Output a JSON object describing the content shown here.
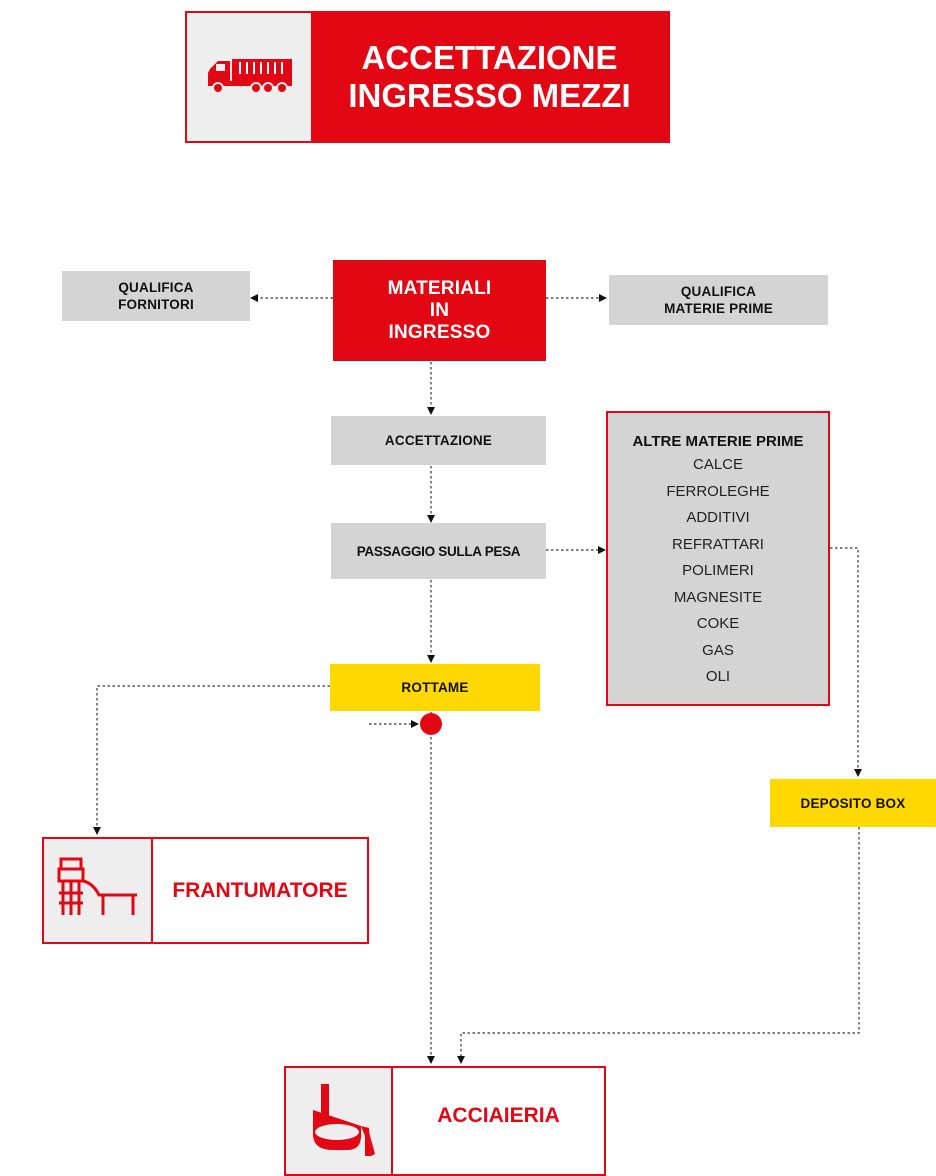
{
  "header": {
    "title": "ACCETTAZIONE\nINGRESSO MEZZI",
    "icon": "truck-icon"
  },
  "nodes": {
    "materiali_ingresso": "MATERIALI\nIN\nINGRESSO",
    "qualifica_fornitori": "QUALIFICA\nFORNITORI",
    "qualifica_materie_prime": "QUALIFICA\nMATERIE PRIME",
    "accettazione": "ACCETTAZIONE",
    "passaggio_pesa": "PASSAGGIO SULLA PESA",
    "rottame": "ROTTAME",
    "deposito_box": "DEPOSITO BOX"
  },
  "altre_materie_prime": {
    "title": "ALTRE MATERIE PRIME",
    "items": [
      "CALCE",
      "FERROLEGHE",
      "ADDITIVI",
      "REFRATTARI",
      "POLIMERI",
      "MAGNESITE",
      "COKE",
      "GAS",
      "OLI"
    ]
  },
  "frantumatore": {
    "label": "FRANTUMATORE",
    "icon": "shredder-icon"
  },
  "acciaieria": {
    "label": "ACCIAIERIA",
    "icon": "ladle-icon"
  },
  "colors": {
    "red": "#e30613",
    "gray": "#d4d4d4",
    "yellow": "#ffd800"
  }
}
